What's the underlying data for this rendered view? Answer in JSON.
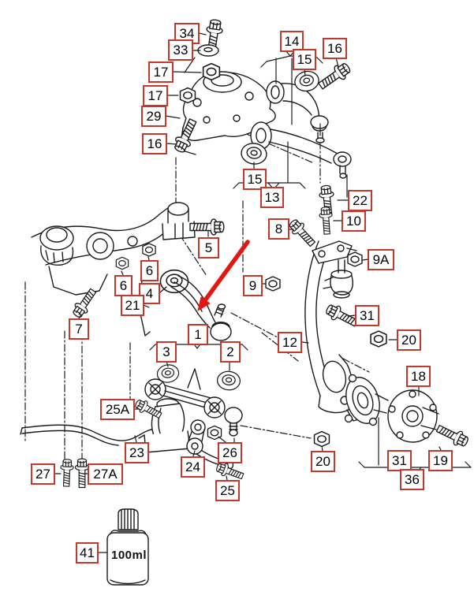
{
  "diagram": {
    "kind": "exploded-parts-diagram",
    "bottle_label": "100ml",
    "colors": {
      "callout_border": "#c5382c",
      "arrow": "#e11812",
      "line": "#1b1b1b",
      "background": "#ffffff"
    },
    "callouts": {
      "c34": "34",
      "c33": "33",
      "c17a": "17",
      "c17b": "17",
      "c29": "29",
      "c16a": "16",
      "c14": "14",
      "c15a": "15",
      "c16b": "16",
      "c15b": "15",
      "c13": "13",
      "c22": "22",
      "c10": "10",
      "c8": "8",
      "c9a": "9A",
      "c9": "9",
      "c5": "5",
      "c6a": "6",
      "c6b": "6",
      "c4": "4",
      "c21": "21",
      "c7": "7",
      "c1": "1",
      "c3": "3",
      "c2": "2",
      "c31a": "31",
      "c12": "12",
      "c20a": "20",
      "c18": "18",
      "c25a": "25A",
      "c23": "23",
      "c26": "26",
      "c24": "24",
      "c25": "25",
      "c27": "27",
      "c27a": "27A",
      "c20b": "20",
      "c31b": "31",
      "c19": "19",
      "c36": "36",
      "c41": "41"
    }
  }
}
